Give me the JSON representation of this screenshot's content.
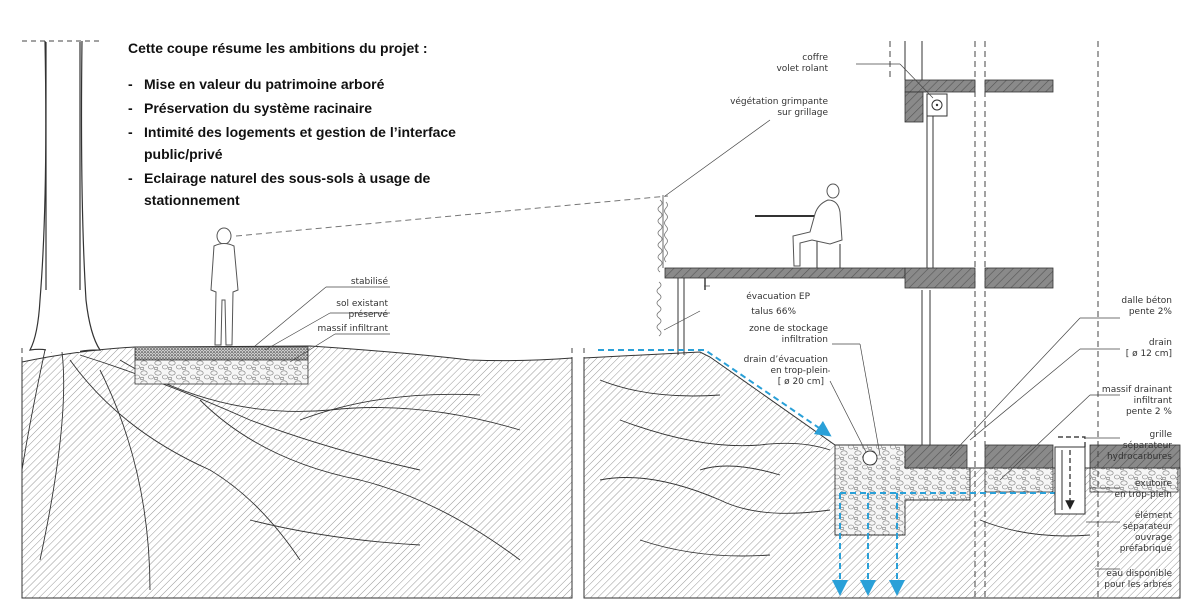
{
  "intro": {
    "title": "Cette coupe résume les ambitions du projet :",
    "bullets": [
      "Mise en valeur du patrimoine arboré",
      "Préservation du système racinaire",
      "Intimité des logements et gestion de l’interface public/privé",
      "Eclairage naturel des sous-sols à usage de stationnement"
    ]
  },
  "labels": {
    "stabilise": "stabilisé",
    "sol_existant_1": "sol existant",
    "sol_existant_2": "préservé",
    "massif_infiltrant": "massif infiltrant",
    "coffre_1": "coffre",
    "coffre_2": "volet rolant",
    "vegetation_1": "végétation grimpante",
    "vegetation_2": "sur grillage",
    "evacuation_ep": "évacuation EP",
    "talus": "talus 66%",
    "zone_stockage_1": "zone de stockage",
    "zone_stockage_2": "infiltration",
    "drain_evac_1": "drain d’évacuation",
    "drain_evac_2": "en trop-plein",
    "drain_evac_3": "[ ø 20 cm]",
    "dalle_1": "dalle béton",
    "dalle_2": "pente 2%",
    "drain_1": "drain",
    "drain_2": "[ ø 12 cm]",
    "massif_drainant_1": "massif drainant",
    "massif_drainant_2": "infiltrant",
    "massif_drainant_3": "pente 2 %",
    "grille_1": "grille",
    "grille_2": "séparateur",
    "grille_3": "hydrocarbures",
    "exutoire_1": "exutoire",
    "exutoire_2": "en trop-plein",
    "element_1": "élément",
    "element_2": "séparateur",
    "element_3": "ouvrage",
    "element_4": "préfabriqué",
    "eau_1": "eau disponible",
    "eau_2": "pour les arbres"
  },
  "colors": {
    "line": "#333333",
    "hatch": "#555555",
    "water": "#2aa0d8"
  }
}
